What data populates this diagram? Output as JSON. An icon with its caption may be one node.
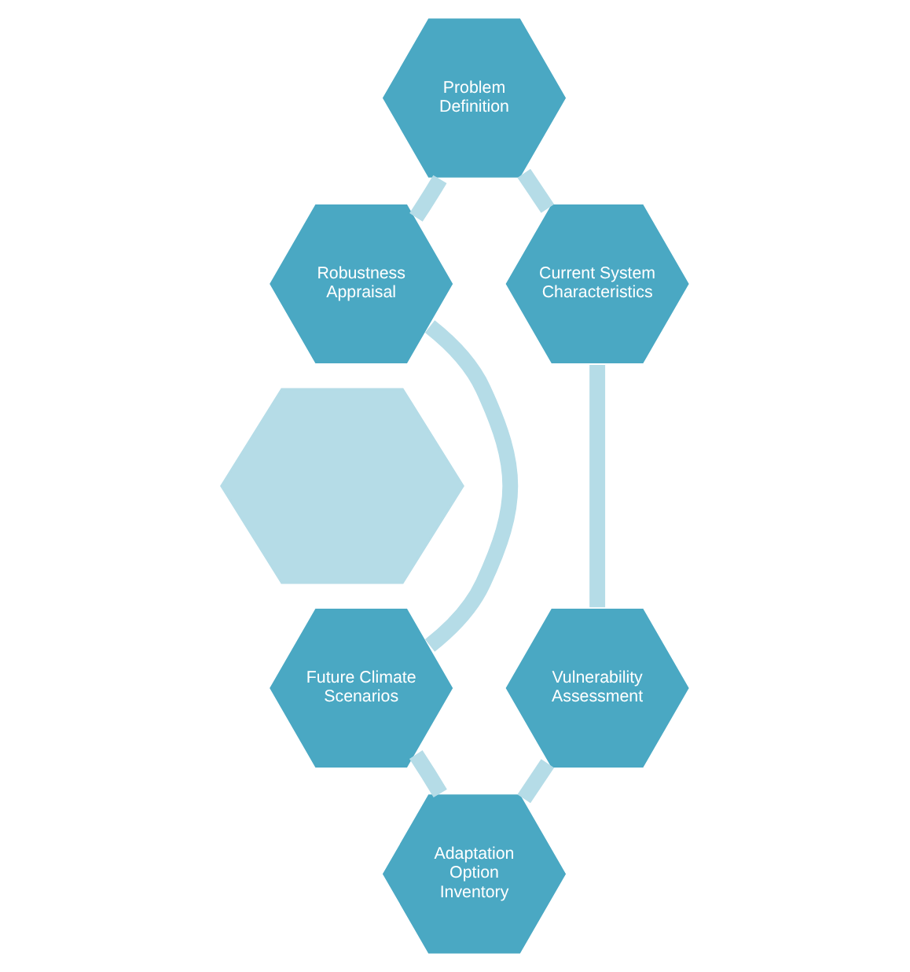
{
  "diagram": {
    "nodes": [
      {
        "text": [
          "Problem Definition"
        ]
      },
      {
        "text": [
          "Robustness Appraisal"
        ]
      },
      {
        "text": [
          "Current System Characteristics"
        ]
      },
      {
        "text": [],
        "shape": "hexagon"
      },
      {
        "text": [
          "Future Climate Scenarios"
        ]
      },
      {
        "text": [
          "Vulnerability Assessment"
        ]
      },
      {
        "text": [
          "Adaptation Option Inventory"
        ]
      }
    ],
    "edges": [
      {
        "from": 0,
        "to": 2,
        "arrow": "none"
      },
      {
        "from": 2,
        "to": 5,
        "arrow": "none"
      },
      {
        "from": 5,
        "to": 6,
        "arrow": "none"
      },
      {
        "from": 6,
        "to": 4,
        "arrow": "none"
      },
      {
        "from": 4,
        "to": 1,
        "arrow": "none"
      },
      {
        "from": 1,
        "to": 0,
        "arrow": "none"
      }
    ]
  }
}
